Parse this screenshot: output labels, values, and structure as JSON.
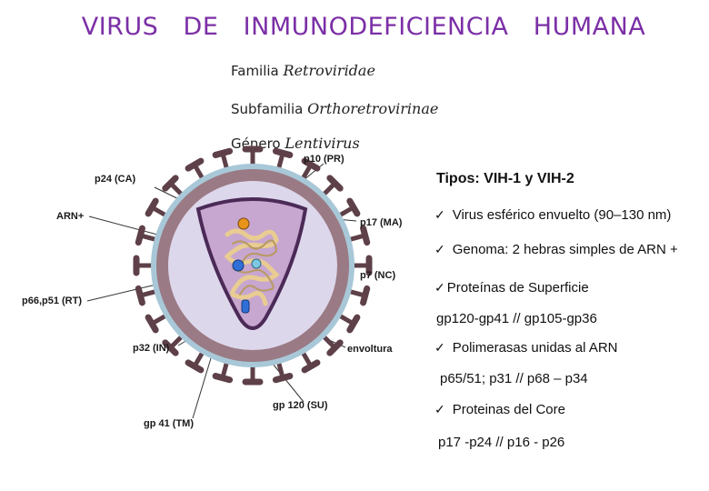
{
  "title": "VIRUS   DE   INMUNODEFICIENCIA   HUMANA",
  "taxonomy": {
    "familia_label": "Familia",
    "familia_value": "Retroviridae",
    "subfamilia_label": "Subfamilia",
    "subfamilia_value": "Orthoretrovirinae",
    "genero_label": "Género",
    "genero_value": "Lentivirus"
  },
  "labels": {
    "p10": "p10 (PR)",
    "p24": "p24 (CA)",
    "arn": "ARN+",
    "p17": "p17 (MA)",
    "p7": "p7 (NC)",
    "p66": "p66,p51 (RT)",
    "p32": "p32 (IN)",
    "envoltura": "envoltura",
    "gp120": "gp 120 (SU)",
    "gp41": "gp 41 (TM)"
  },
  "info": {
    "tipos": "Tipos: VIH-1 y VIH-2",
    "check": "✓",
    "b1": "Virus esférico envuelto (90–130 nm)",
    "b2": "Genoma: 2 hebras simples de ARN +",
    "b3": "Proteínas de Superficie",
    "b3_sub": "gp120-gp41 //  gp105-gp36",
    "b4": "Polimerasas unidas al ARN",
    "b4_sub": "p65/51; p31 // p68 – p34",
    "b5": "Proteinas del Core",
    "b5_sub": "p17 -p24  // p16 - p26"
  },
  "colors": {
    "title": "#7b2fa6",
    "envelope": "#9a7a84",
    "envelope_outer": "#a8c8d8",
    "spike": "#5e4048",
    "matrix": "#ddd7ec",
    "capsid": "#c7a6cf",
    "capsid_border": "#4b2a57",
    "rna": "#e8cc92",
    "enzyme_blue": "#2f6fd6",
    "enzyme_orange": "#e8941a",
    "enzyme_light": "#7ec8e3"
  }
}
